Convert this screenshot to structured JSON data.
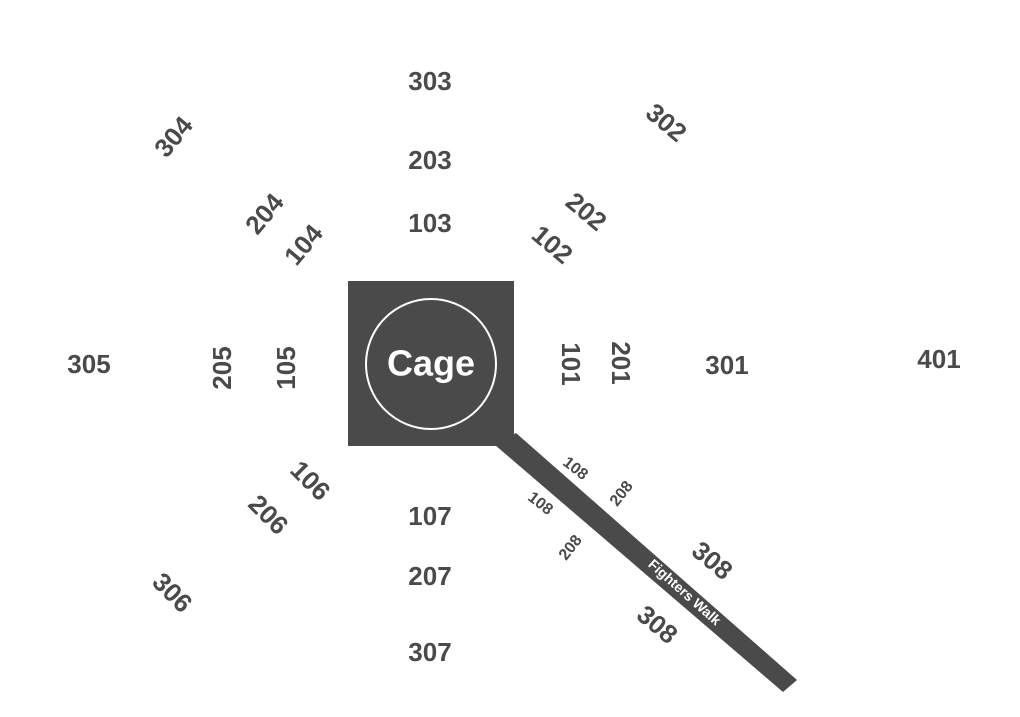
{
  "colors": {
    "label": "#4a4a4a",
    "cage_fill": "#4a4a4a",
    "cage_ring": "#ffffff",
    "cage_text": "#ffffff",
    "walk_fill": "#4a4a4a",
    "walk_text": "#ffffff",
    "background": "#ffffff"
  },
  "cage": {
    "label": "Cage"
  },
  "walkway": {
    "label": "Fighters Walk"
  },
  "sections": {
    "s101": "101",
    "s102": "102",
    "s103": "103",
    "s104": "104",
    "s105": "105",
    "s106": "106",
    "s107": "107",
    "s108a": "108",
    "s108b": "108",
    "s201": "201",
    "s202": "202",
    "s203": "203",
    "s204": "204",
    "s205": "205",
    "s206": "206",
    "s207": "207",
    "s208a": "208",
    "s208b": "208",
    "s301": "301",
    "s302": "302",
    "s303": "303",
    "s304": "304",
    "s305": "305",
    "s306": "306",
    "s307": "307",
    "s308a": "308",
    "s308b": "308",
    "s401": "401"
  }
}
